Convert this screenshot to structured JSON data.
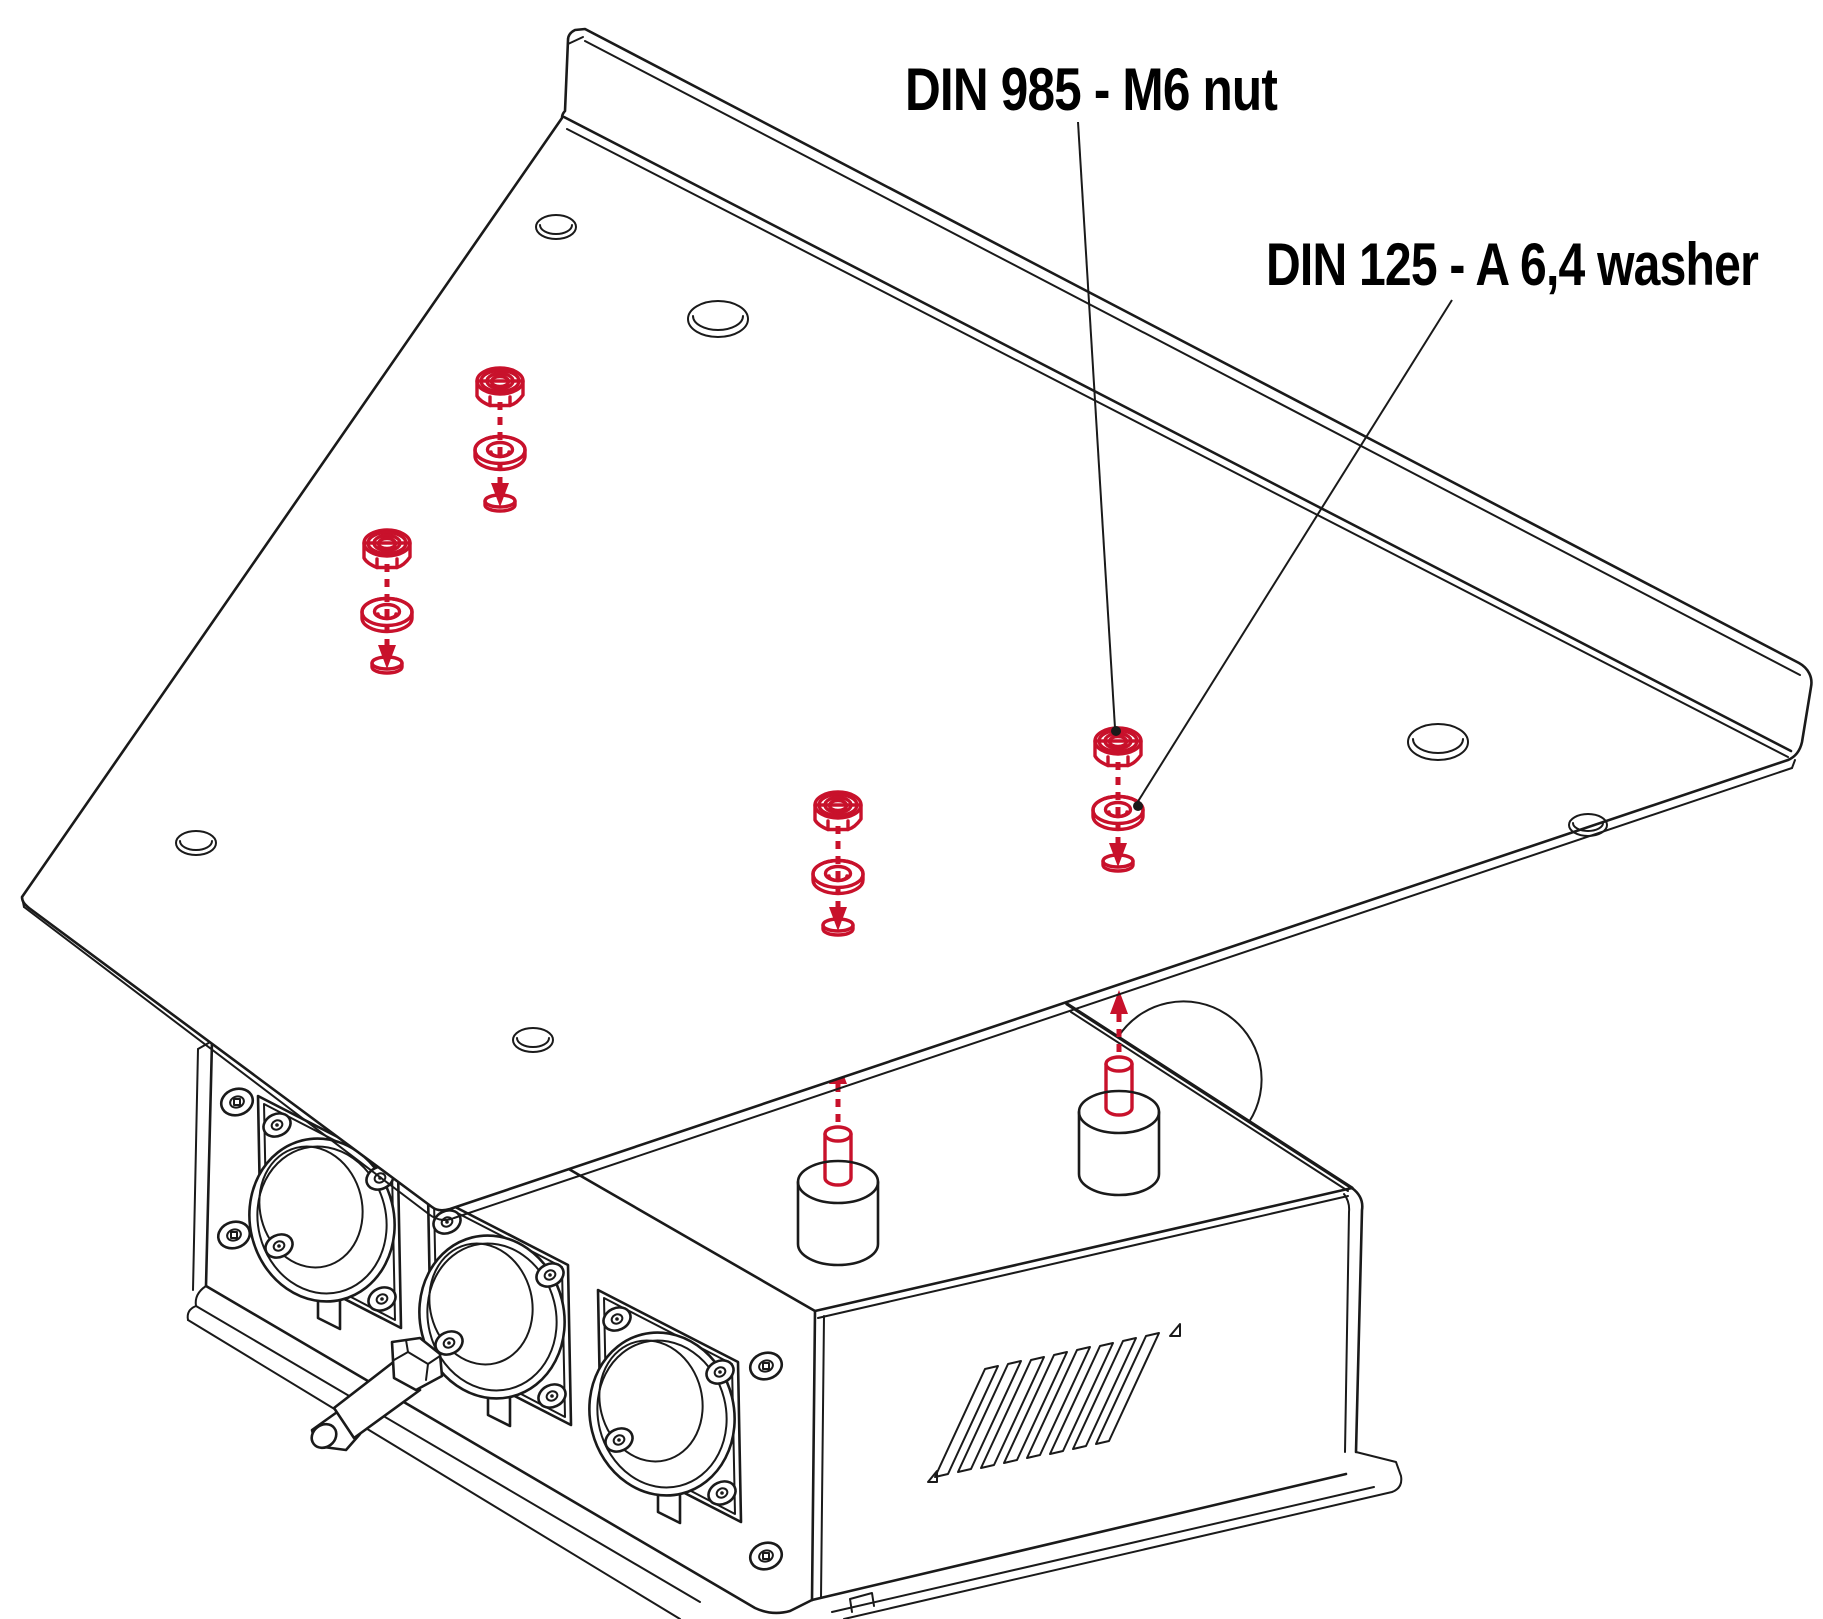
{
  "diagram": {
    "labels": {
      "nut": "DIN 985 - M6 nut",
      "washer": "DIN 125 - A 6,4 washer"
    },
    "colors": {
      "line": "#1a1a1a",
      "accent": "#c8112b",
      "background": "#ffffff"
    },
    "parts": {
      "nut_washer_sets": 4,
      "mounting_studs": 2,
      "round_panel_connectors": 3,
      "vent_slats": 8,
      "plate_holes": 6
    }
  }
}
